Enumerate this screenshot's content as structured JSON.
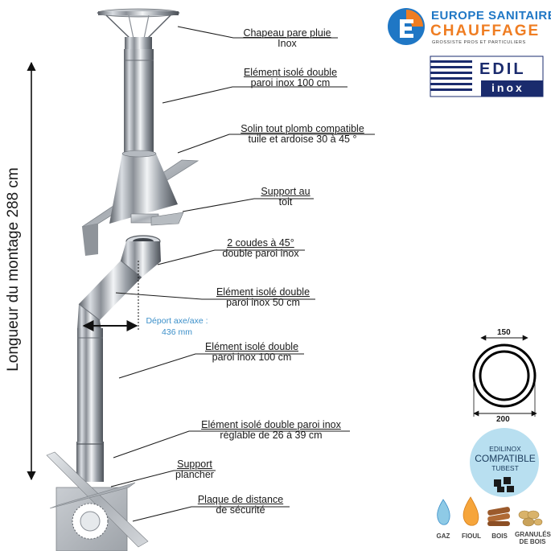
{
  "vertical_label": "Longueur du montage  288 cm",
  "offset_label": {
    "line1": "Déport axe/axe :",
    "line2": "436 mm"
  },
  "callouts": [
    {
      "l1": "Chapeau pare pluie",
      "l2": "Inox"
    },
    {
      "l1": "Elément isolé double",
      "l2": "paroi inox 100 cm"
    },
    {
      "l1": "Solin tout plomb compatible",
      "l2": "tuile et ardoise 30 à 45 °"
    },
    {
      "l1": "Support au",
      "l2": "toit"
    },
    {
      "l1": "2 coudes à 45°",
      "l2": "double paroi inox"
    },
    {
      "l1": "Elément isolé double",
      "l2": "paroi inox 50 cm"
    },
    {
      "l1": "Elément isolé double",
      "l2": "paroi inox 100 cm"
    },
    {
      "l1": "Elément isolé double paroi inox",
      "l2": "réglable de 26 à 39 cm"
    },
    {
      "l1": "Support",
      "l2": "plancher"
    },
    {
      "l1": "Plaque de distance",
      "l2": "de sécurité"
    }
  ],
  "brand": {
    "line1": "EUROPE SANITAIRE",
    "line2": "CHAUFFAGE",
    "tagline": "GROSSISTE PROS ET PARTICULIERS",
    "edil_word": "EDIL",
    "inox_word": "inox",
    "colors": {
      "blue": "#1f77c5",
      "orange": "#ef7d22",
      "navy": "#1a2b6d"
    }
  },
  "section": {
    "inner_diameter": "150",
    "outer_diameter": "200"
  },
  "badge": {
    "line1": "EDILINOX",
    "line2": "COMPATIBLE",
    "line3": "TUBEST",
    "color": "#b8dff0"
  },
  "fuels": [
    {
      "label": "GAZ",
      "icon": "gas-flame-icon"
    },
    {
      "label": "FIOUL",
      "icon": "oil-flame-icon"
    },
    {
      "label": "BOIS",
      "icon": "wood-logs-icon"
    },
    {
      "label": "GRANULÉS DE BOIS",
      "icon": "pellets-icon"
    }
  ]
}
